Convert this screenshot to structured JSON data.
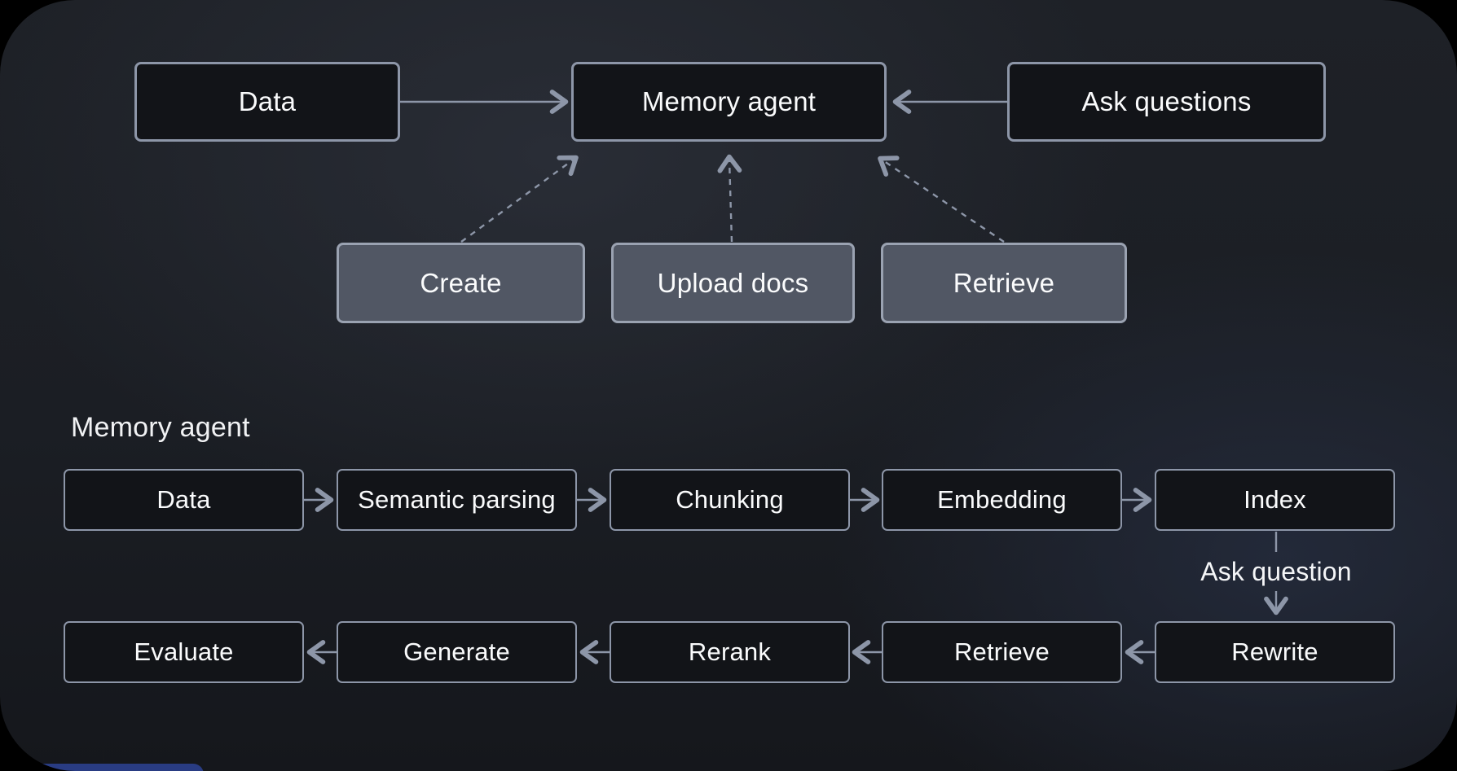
{
  "palette": {
    "background_outer": "#000000",
    "box_dark_fill": "#121418",
    "box_gray_fill": "#515764",
    "box_border": "#8d96a8",
    "arrow": "#8d96a8",
    "text": "#fafbfc",
    "bottom_accent_sliver": "#3b5bd8"
  },
  "overview": {
    "nodes": {
      "data": "Data",
      "memory_agent": "Memory agent",
      "ask_questions": "Ask questions"
    },
    "actions": {
      "create": "Create",
      "upload_docs": "Upload docs",
      "retrieve": "Retrieve"
    }
  },
  "pipeline": {
    "section_label": "Memory agent",
    "ingest_row": [
      "Data",
      "Semantic parsing",
      "Chunking",
      "Embedding",
      "Index"
    ],
    "query_row": [
      "Evaluate",
      "Generate",
      "Rerank",
      "Retrieve",
      "Rewrite"
    ],
    "connector_label": "Ask question"
  }
}
